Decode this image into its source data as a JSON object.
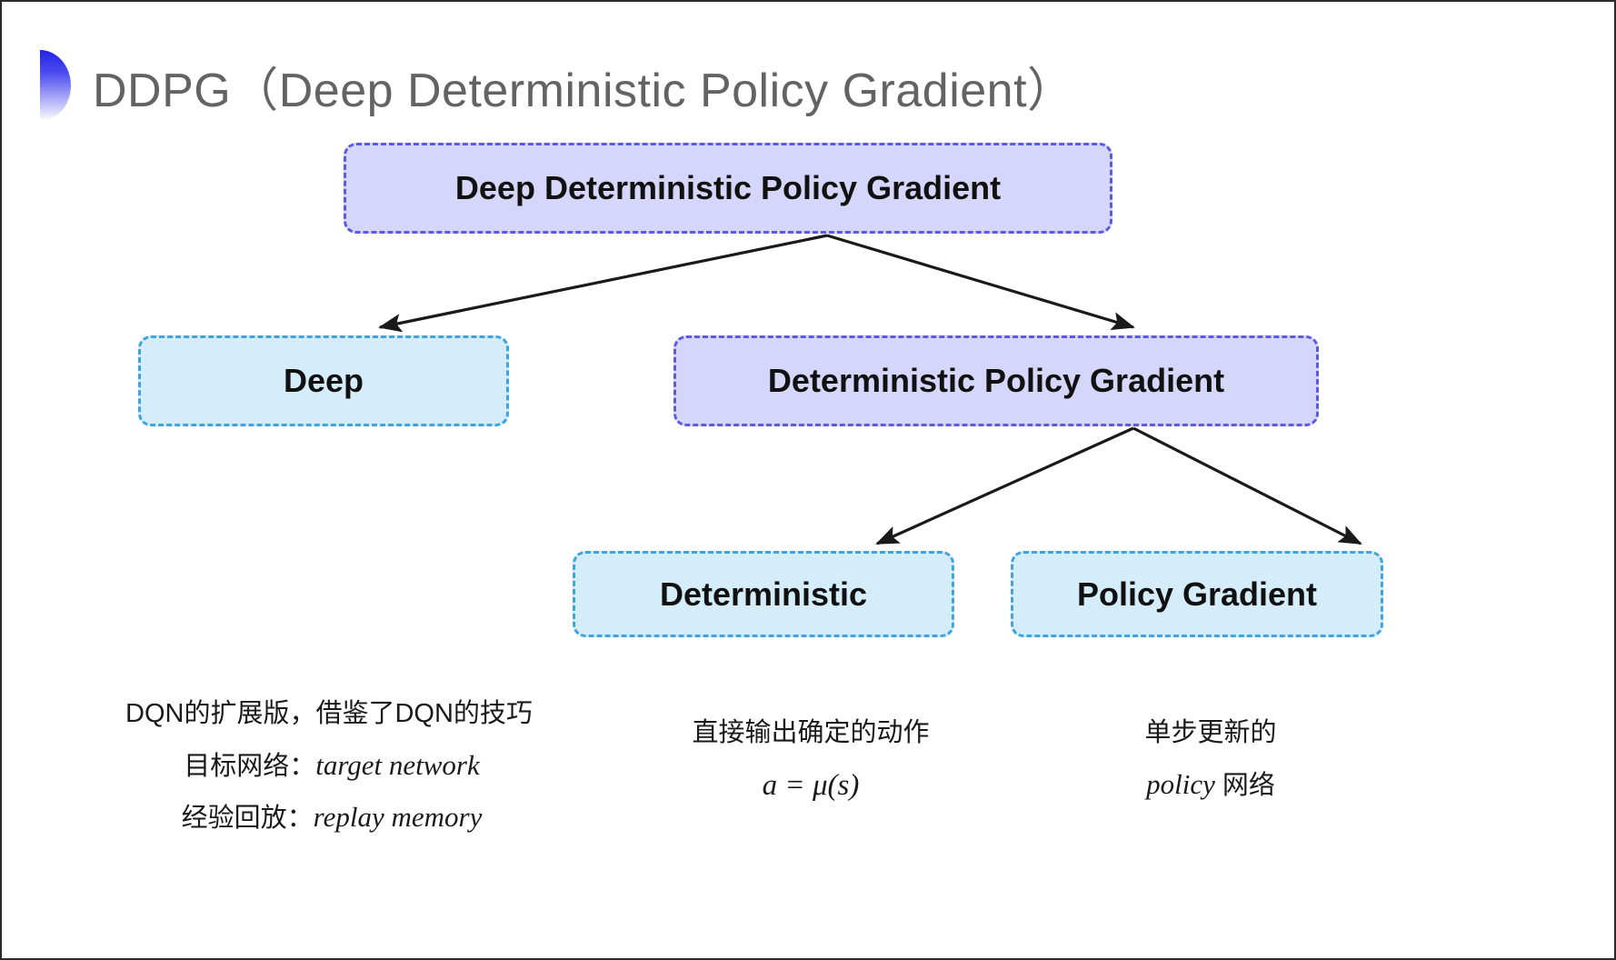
{
  "slide": {
    "title": "DDPG（Deep Deterministic Policy Gradient）",
    "bullet_icon": "half-ellipse-gradient-icon",
    "background_color": "#ffffff",
    "title_color": "#636363"
  },
  "colors": {
    "purple_fill": "#d6d6fb",
    "purple_border": "#5b5be0",
    "blue_fill": "#d5edfa",
    "blue_border": "#3fa3dd",
    "arrow": "#1a1a1a"
  },
  "diagram": {
    "type": "tree",
    "nodes": [
      {
        "id": "root",
        "label": "Deep Deterministic Policy Gradient",
        "style": "purple"
      },
      {
        "id": "deep",
        "label": "Deep",
        "style": "blue"
      },
      {
        "id": "dpg",
        "label": "Deterministic Policy Gradient",
        "style": "purple"
      },
      {
        "id": "det",
        "label": "Deterministic",
        "style": "blue"
      },
      {
        "id": "pg",
        "label": "Policy Gradient",
        "style": "blue"
      }
    ],
    "edges": [
      {
        "from": "root",
        "to": "deep"
      },
      {
        "from": "root",
        "to": "dpg"
      },
      {
        "from": "dpg",
        "to": "det"
      },
      {
        "from": "dpg",
        "to": "pg"
      }
    ]
  },
  "captions": {
    "deep": {
      "line1": "DQN的扩展版，借鉴了DQN的技巧",
      "line2_label": "目标网络：",
      "line2_term": "target network",
      "line3_label": "经验回放：",
      "line3_term": "replay memory"
    },
    "deterministic": {
      "line1": "直接输出确定的动作",
      "formula": "a = μ(s)"
    },
    "policy_gradient": {
      "line1": "单步更新的",
      "line2_term": "policy",
      "line2_suffix": " 网络"
    }
  }
}
